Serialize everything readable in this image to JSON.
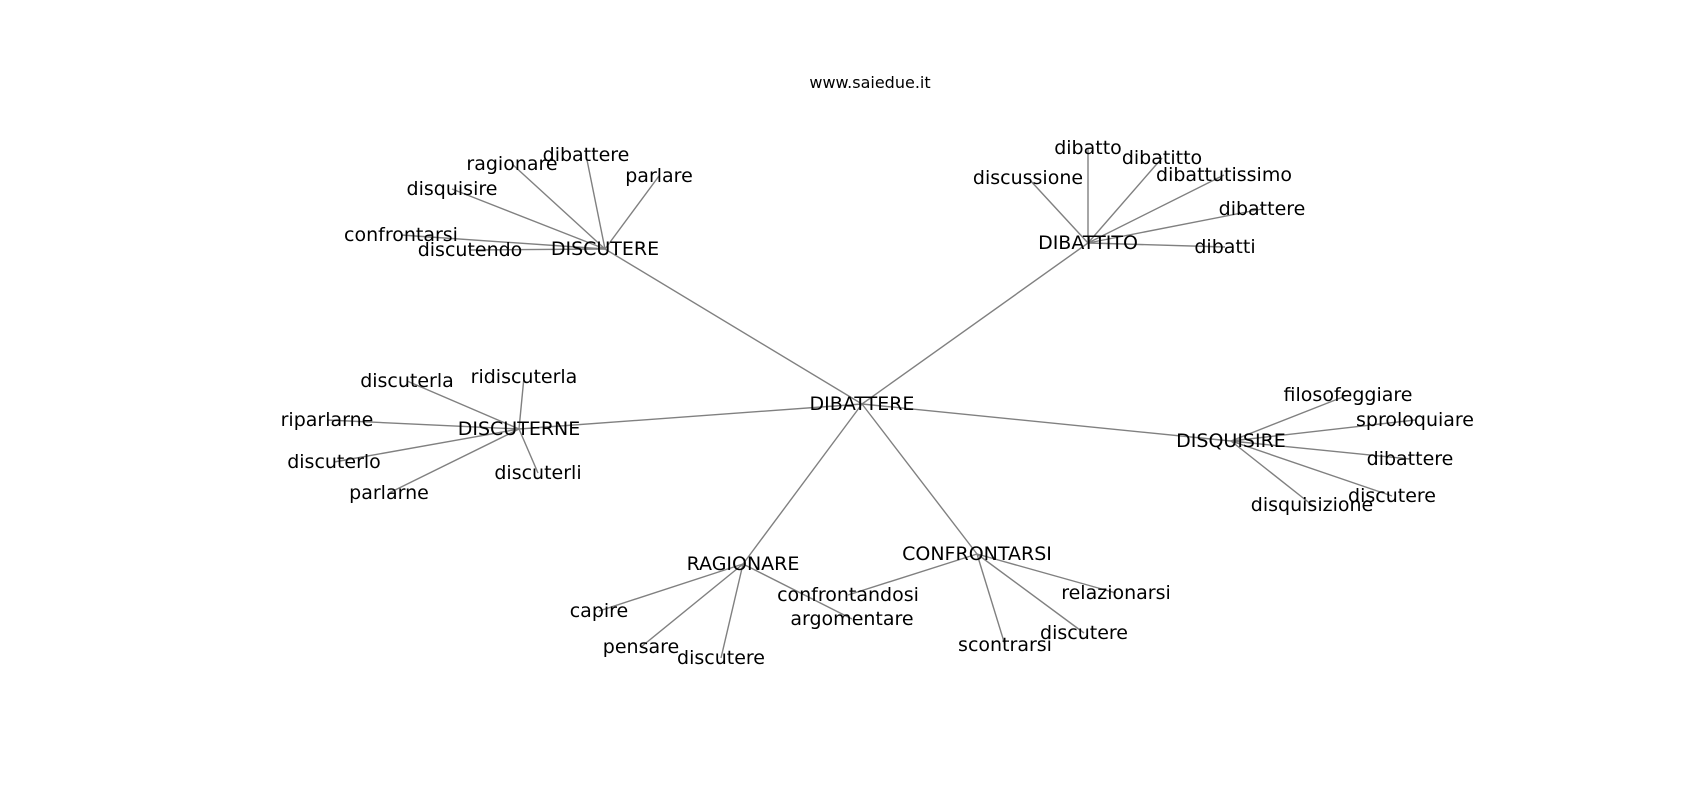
{
  "site_title": "www.saiedue.it",
  "colors": {
    "edge": "#808080",
    "text": "#000000",
    "background": "#ffffff"
  },
  "graph": {
    "root": "DIBATTERE",
    "hubs": [
      {
        "label": "DISCUTERE",
        "leaves": [
          "dibattere",
          "ragionare",
          "disquisire",
          "parlare",
          "confrontarsi",
          "discutendo"
        ]
      },
      {
        "label": "DIBATTITO",
        "leaves": [
          "dibatto",
          "dibatitto",
          "discussione",
          "dibattutissimo",
          "dibattere",
          "dibatti"
        ]
      },
      {
        "label": "DISCUTERNE",
        "leaves": [
          "discuterla",
          "ridiscuterla",
          "riparlarne",
          "discuterlo",
          "discuterli",
          "parlarne"
        ]
      },
      {
        "label": "DISQUISIRE",
        "leaves": [
          "filosofeggiare",
          "sproloquiare",
          "dibattere",
          "discutere",
          "disquisizione"
        ]
      },
      {
        "label": "RAGIONARE",
        "leaves": [
          "capire",
          "pensare",
          "discutere",
          "argomentare"
        ]
      },
      {
        "label": "CONFRONTARSI",
        "leaves": [
          "confrontandosi",
          "relazionarsi",
          "discutere",
          "scontrarsi"
        ]
      }
    ]
  }
}
